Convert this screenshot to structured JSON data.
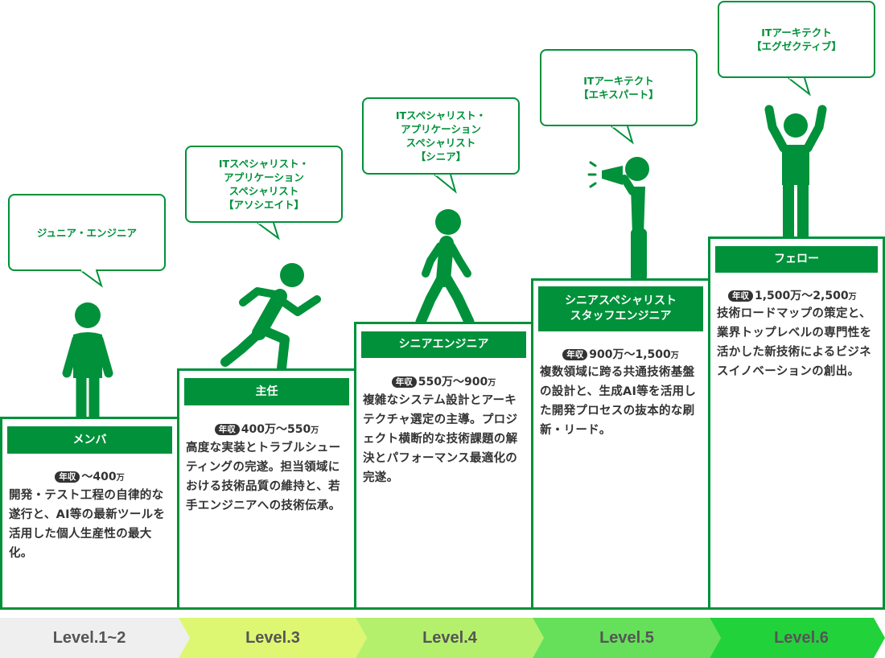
{
  "bubbles": [
    "ジュニア・エンジニア",
    "ITスペシャリスト・\nアプリケーション\nスペシャリスト\n【アソシエイト】",
    "ITスペシャリスト・\nアプリケーション\nスペシャリスト\n【シニア】",
    "ITアーキテクト\n【エキスパート】",
    "ITアーキテクト\n【エグゼクティブ】"
  ],
  "steps": [
    {
      "title": "メンバ",
      "salary_badge": "年収",
      "salary_main": "〜400",
      "salary_unit": "万",
      "description": "開発・テスト工程の自律的な遂行と、AI等の最新ツールを活用した個人生産性の最大化。"
    },
    {
      "title": "主任",
      "salary_badge": "年収",
      "salary_main": "400万〜550",
      "salary_unit": "万",
      "description": "高度な実装とトラブルシューティングの完遂。担当領域における技術品質の維持と、若手エンジニアへの技術伝承。"
    },
    {
      "title": "シニアエンジニア",
      "salary_badge": "年収",
      "salary_main": "550万〜900",
      "salary_unit": "万",
      "description": "複雑なシステム設計とアーキテクチャ選定の主導。プロジェクト横断的な技術課題の解決とパフォーマンス最適化の完遂。"
    },
    {
      "title": "シニアスペシャリスト\nスタッフエンジニア",
      "salary_badge": "年収",
      "salary_main": "900万〜1,500",
      "salary_unit": "万",
      "description": "複数領域に跨る共通技術基盤の設計と、生成AI等を活用した開発プロセスの抜本的な刷新・リード。"
    },
    {
      "title": "フェロー",
      "salary_badge": "年収",
      "salary_main": "1,500万〜2,500",
      "salary_unit": "万",
      "description": "技術ロードマップの策定と、業界トップレベルの専門性を活かした新技術によるビジネスイノベーションの創出。"
    }
  ],
  "levels": [
    {
      "label": "Level.1~2",
      "color": "#efefef"
    },
    {
      "label": "Level.3",
      "color": "#ddf772"
    },
    {
      "label": "Level.4",
      "color": "#b5f06c"
    },
    {
      "label": "Level.5",
      "color": "#66e05a"
    },
    {
      "label": "Level.6",
      "color": "#22d23a"
    }
  ],
  "colors": {
    "brand_green": "#00913a",
    "text_dark": "#333333",
    "figure_green": "#00913a"
  },
  "figures": [
    "standing-person-icon",
    "running-person-icon",
    "walking-person-icon",
    "megaphone-person-icon",
    "arms-raised-person-icon"
  ]
}
